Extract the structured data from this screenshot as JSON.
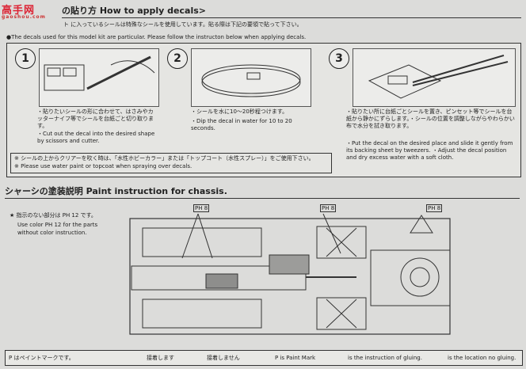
{
  "header": {
    "watermark": "高手网",
    "watermark_sub": "gaoshou.com",
    "title_jp": "の貼り方 How to apply decals>",
    "subtitle_jp": "ト に入っているシールは特殊なシールを使用しています。貼る際は下記の要領で貼って下さい。",
    "intro_en": "●The decals used for this model kit are particular. Please follow the instructon below when applying decals."
  },
  "steps": [
    {
      "num": "1",
      "jp": "・貼りたいシールの形に合わせて、はさみやカッターナイフ等でシールを台紙ごと切り取ります。",
      "en": "・Cut out the decal into the desired shape by scissors and cutter."
    },
    {
      "num": "2",
      "jp": "・シールを水に10〜20秒程つけます。",
      "en": "・Dip the decal in water for 10 to 20 seconds."
    },
    {
      "num": "3",
      "jp": "・貼りたい所に台紙ごとシールを置き、ピンセット等でシールを台紙から静かにずらします。・シールの位置を調整しながらやわらかい布で水分を拭き取ります。",
      "en": "・Put the decal on the desired place and slide it gently from its backing sheet by tweezers. ・Adjust the decal position and dry excess water with a soft cloth."
    }
  ],
  "notes": {
    "jp": "※ シールの上からクリアーを吹く時は、「水性ホビーカラー」または「トップコート（水性スプレー）」をご使用下さい。",
    "en": "※ Please use water paint or topcoat when spraying over decals."
  },
  "chassis": {
    "title": "シャーシの塗装説明 Paint instruction for chassis.",
    "note_jp": "★ 指示のない部分は PH 12 です。",
    "note_en1": "Use color PH 12 for the parts",
    "note_en2": "without color instruction.",
    "mark_labels": [
      "PH 8",
      "PH 8",
      "PH 8"
    ]
  },
  "footer": {
    "jp1": "P はペイントマークです。",
    "jp2": "接着します",
    "jp3": "接着しません",
    "en1": "P is Paint Mark",
    "en2": "is the instruction of gluing.",
    "en3": "is the location no gluing."
  }
}
